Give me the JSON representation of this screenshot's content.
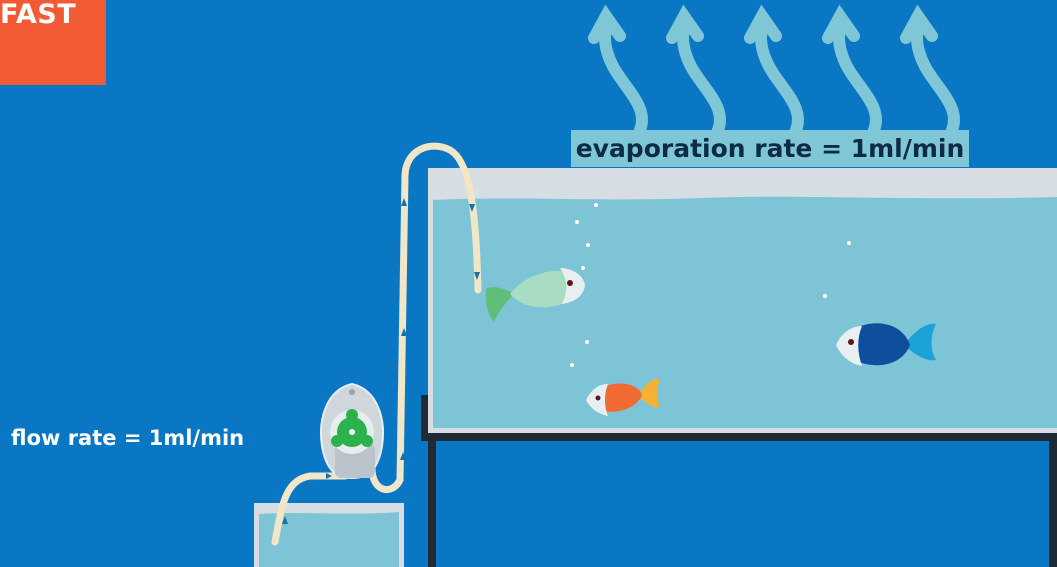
{
  "corner_tag": {
    "text": "FAST"
  },
  "evaporation": {
    "label": "evaporation rate = 1ml/min"
  },
  "flow": {
    "label": "flow rate = 1ml/min"
  },
  "colors": {
    "background": "#0a77c4",
    "tank_water": "#7dc5d6",
    "tank_rim": "#d6dde3",
    "stand": "#1f2a33",
    "tube": "#f2e6c8",
    "evaporation_arrow": "#7fc7d7",
    "pump_rotor": "#2bb24c",
    "fish_green": "#a8dcc3",
    "fish_orange": "#f26a33",
    "fish_blue": "#0d4f9c",
    "corner_tag": "#f25a35"
  },
  "icons": [
    "evaporation-arrow-icon",
    "peristaltic-pump-icon",
    "fish-icon",
    "bubble-icon",
    "flow-direction-arrow-icon"
  ]
}
